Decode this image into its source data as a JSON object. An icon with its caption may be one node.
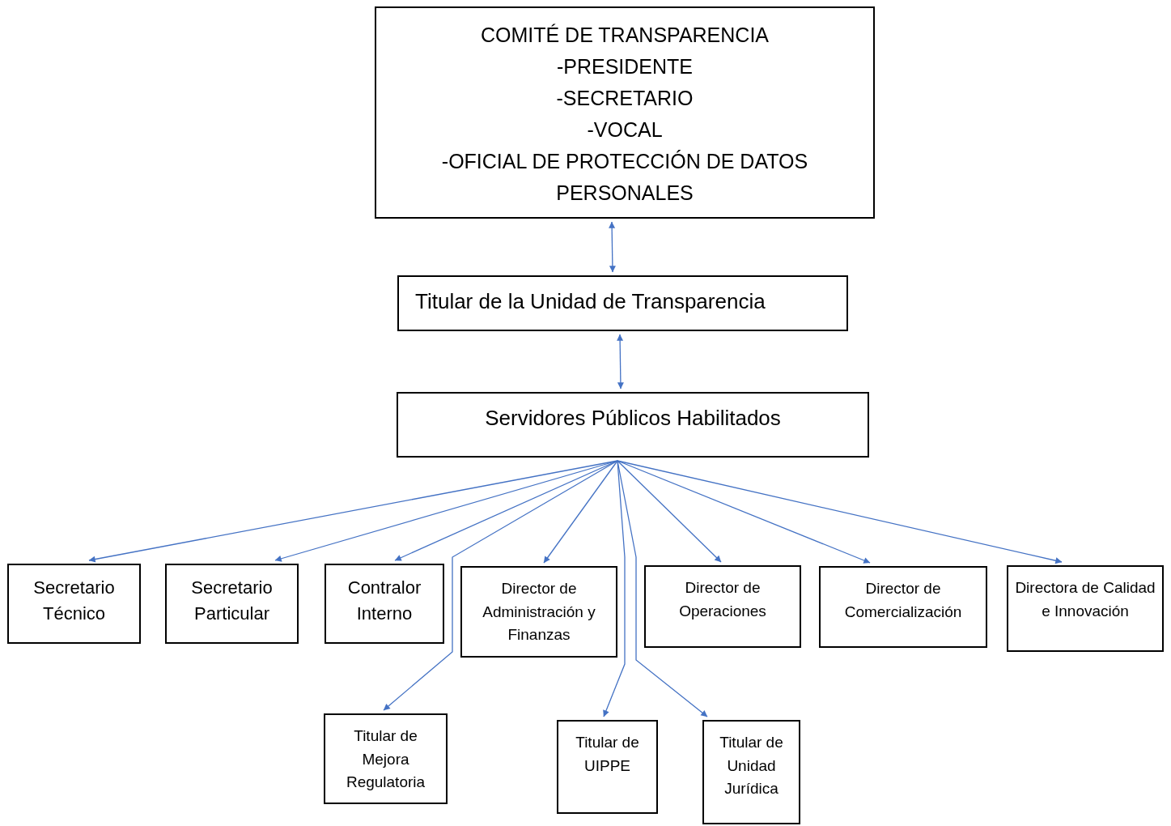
{
  "diagram": {
    "nodes": [
      {
        "text": [
          "COMITÉ DE TRANSPARENCIA",
          "-PRESIDENTE",
          "-SECRETARIO",
          "-VOCAL",
          "-OFICIAL DE PROTECCIÓN DE DATOS PERSONALES"
        ]
      },
      {
        "text": [
          "Titular de la Unidad de Transparencia"
        ]
      },
      {
        "text": [
          "Servidores Públicos Habilitados"
        ]
      },
      {
        "text": [
          "Secretario Técnico"
        ]
      },
      {
        "text": [
          "Secretario Particular"
        ]
      },
      {
        "text": [
          "Contralor Interno"
        ]
      },
      {
        "text": [
          "Director de Administración y Finanzas"
        ]
      },
      {
        "text": [
          "Director de Operaciones"
        ]
      },
      {
        "text": [
          "Director de Comercialización"
        ]
      },
      {
        "text": [
          "Directora de Calidad e Innovación"
        ]
      },
      {
        "text": [
          "Titular de Mejora Regulatoria"
        ]
      },
      {
        "text": [
          "Titular de UIPPE"
        ]
      },
      {
        "text": [
          "Titular de Unidad Jurídica"
        ]
      }
    ],
    "edges": [
      {
        "from": 0,
        "to": 1,
        "arrow": "both"
      },
      {
        "from": 1,
        "to": 2,
        "arrow": "both"
      },
      {
        "from": 2,
        "to": 3,
        "arrow": "to"
      },
      {
        "from": 2,
        "to": 4,
        "arrow": "to"
      },
      {
        "from": 2,
        "to": 5,
        "arrow": "to"
      },
      {
        "from": 2,
        "to": 6,
        "arrow": "to"
      },
      {
        "from": 2,
        "to": 7,
        "arrow": "to"
      },
      {
        "from": 2,
        "to": 8,
        "arrow": "to"
      },
      {
        "from": 2,
        "to": 9,
        "arrow": "to"
      },
      {
        "from": 2,
        "to": 10,
        "arrow": "to"
      },
      {
        "from": 2,
        "to": 11,
        "arrow": "to"
      },
      {
        "from": 2,
        "to": 12,
        "arrow": "to"
      }
    ]
  }
}
